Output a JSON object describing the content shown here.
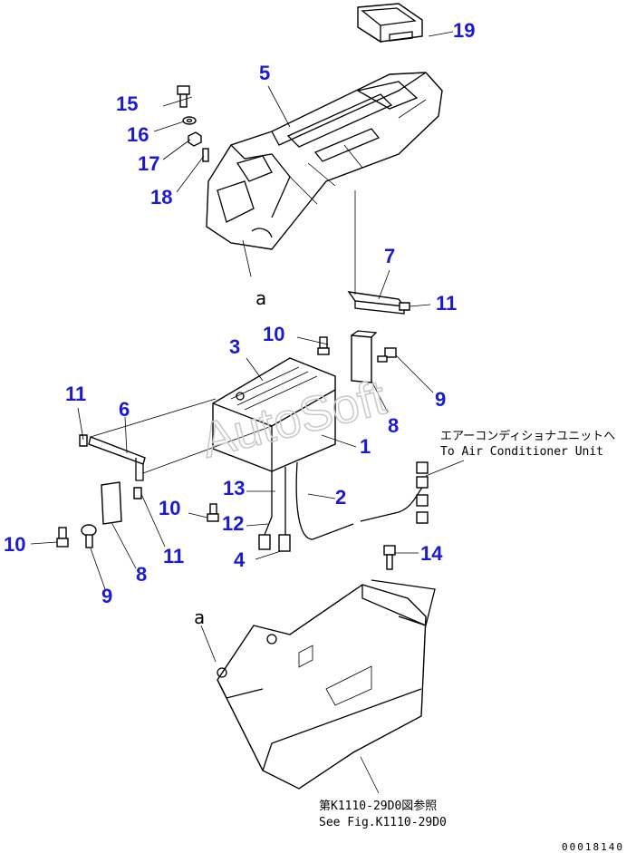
{
  "callouts": [
    "1",
    "2",
    "3",
    "4",
    "5",
    "6",
    "7",
    "8",
    "8",
    "9",
    "9",
    "10",
    "10",
    "10",
    "11",
    "11",
    "11",
    "12",
    "13",
    "14",
    "15",
    "16",
    "17",
    "18",
    "19"
  ],
  "ref_letter": "a",
  "watermark": "AutoSoft",
  "aircon_note": {
    "jp": "エアーコンディショナユニットへ",
    "en": "To Air Conditioner Unit"
  },
  "fig_note": {
    "jp": "第K1110-29D0図参照",
    "en": "See Fig.K1110-29D0"
  },
  "drawing_number": "00018140",
  "colors": {
    "callout": "#1a1ad6",
    "line": "#000000",
    "watermark": "#c8c8c8"
  }
}
